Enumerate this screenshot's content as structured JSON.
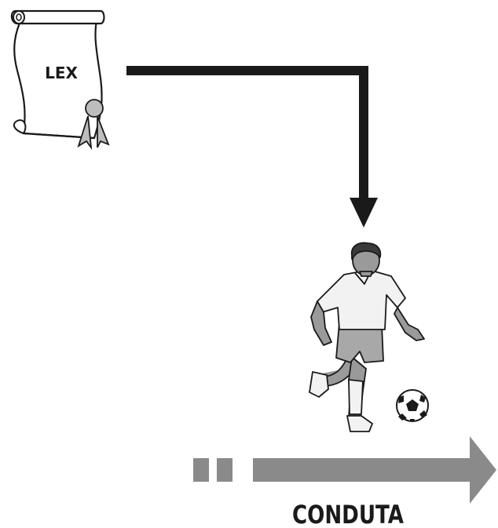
{
  "scroll": {
    "label": "LEX"
  },
  "timeline": {
    "label": "CONDUTA"
  },
  "colors": {
    "arrow_dark": "#1a1a1a",
    "arrow_gray": "#8a8a8a",
    "scroll_fill": "#ffffff",
    "seal_gray": "#bdbdbd",
    "skin": "#9a9a9a",
    "shirt": "#f2f2f2",
    "shorts": "#a8a8a8"
  },
  "icons": {
    "document": "scroll-document-icon",
    "flow_arrow": "elbow-arrow-down",
    "player": "soccer-player-illustration",
    "ball": "soccer-ball-icon",
    "progress_arrow": "dashed-right-arrow"
  }
}
